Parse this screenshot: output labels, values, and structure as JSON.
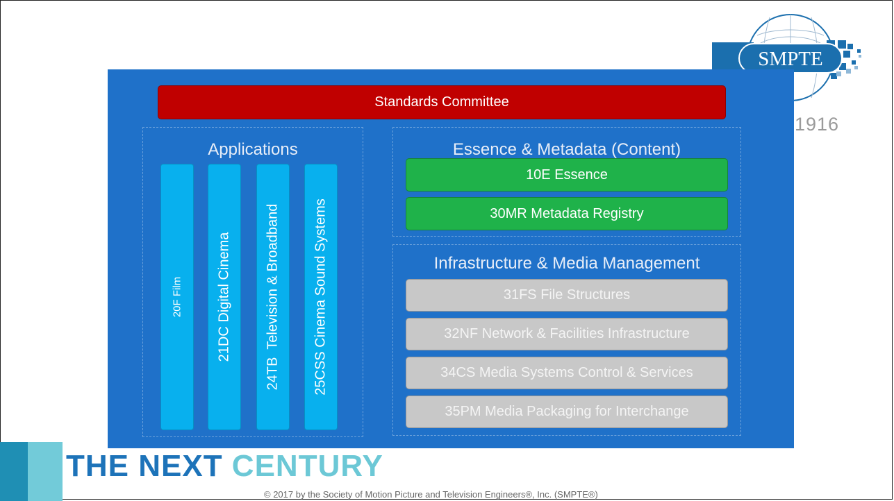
{
  "logo": {
    "text": "SMPTE",
    "year": "1916"
  },
  "panel": {
    "committee": "Standards Committee",
    "applications": {
      "title": "Applications",
      "items": [
        "20F Film",
        "21DC Digital Cinema",
        "24TB  Television & Broadband",
        "25CSS Cinema Sound Systems"
      ]
    },
    "essence": {
      "title": "Essence & Metadata (Content)",
      "items": [
        "10E Essence",
        "30MR Metadata Registry"
      ]
    },
    "infrastructure": {
      "title": "Infrastructure & Media Management",
      "items": [
        "31FS File Structures",
        "32NF Network & Facilities Infrastructure",
        "34CS Media Systems Control & Services",
        "35PM Media Packaging for Interchange"
      ]
    }
  },
  "footer": {
    "tagline_part1": "THE NEXT ",
    "tagline_part2": "CENTURY",
    "copyright": "© 2017 by the Society of Motion Picture and Television Engineers®, Inc. (SMPTE®)"
  },
  "colors": {
    "panel": "#1f71c9",
    "committee": "#c00000",
    "applications": "#08b0ee",
    "essence": "#1fb24a",
    "infrastructure": "#c8c8c8"
  }
}
